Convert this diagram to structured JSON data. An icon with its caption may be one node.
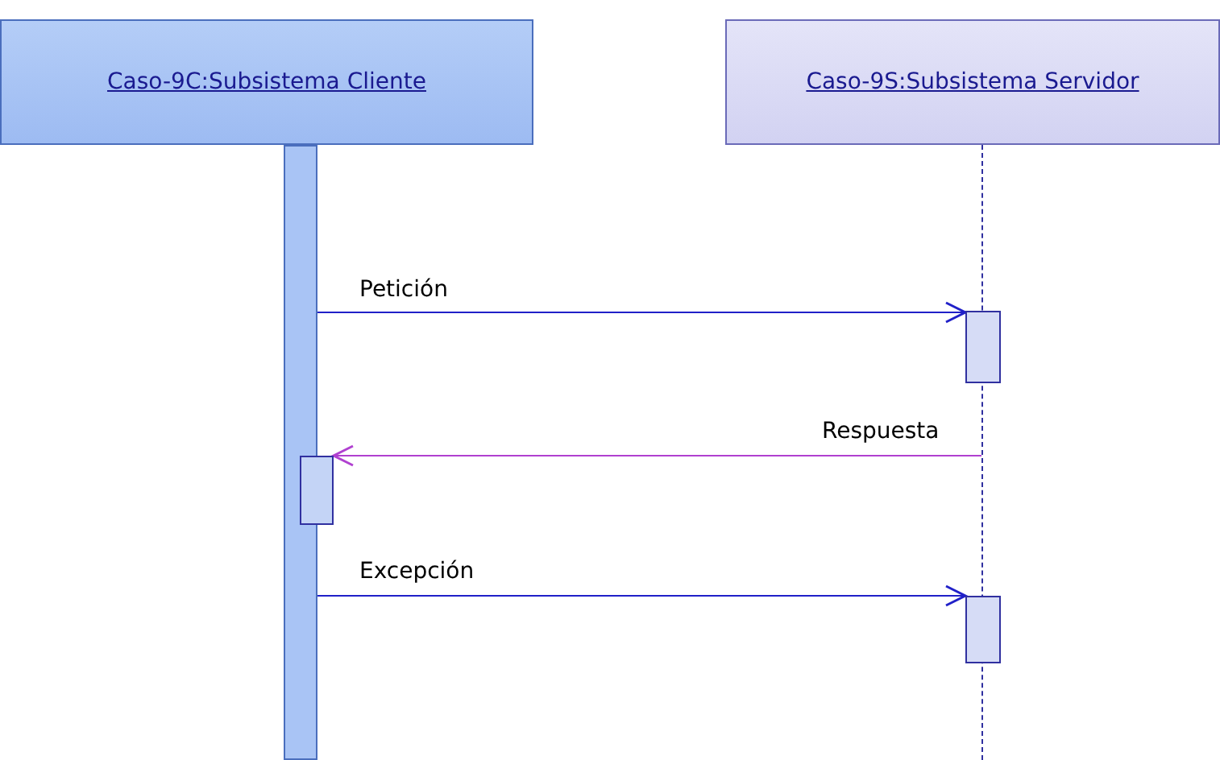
{
  "diagram": {
    "nodes": [
      {
        "text": [
          "Caso-9C:Subsistema Cliente"
        ]
      },
      {
        "text": [
          "Caso-9S:Subsistema Servidor"
        ]
      },
      {
        "text": [],
        "shape": "bar"
      },
      {
        "text": [],
        "shape": "line"
      },
      {
        "text": [],
        "shape": "box"
      },
      {
        "text": [],
        "shape": "box"
      },
      {
        "text": [],
        "shape": "box"
      }
    ],
    "edges": [
      {
        "from": 2,
        "to": 4,
        "arrow": "to",
        "label": "Petición"
      },
      {
        "from": 3,
        "to": 5,
        "arrow": "to",
        "label": "Respuesta",
        "color": "#b040d0"
      },
      {
        "from": 2,
        "to": 6,
        "arrow": "to",
        "label": "Excepción"
      }
    ]
  }
}
